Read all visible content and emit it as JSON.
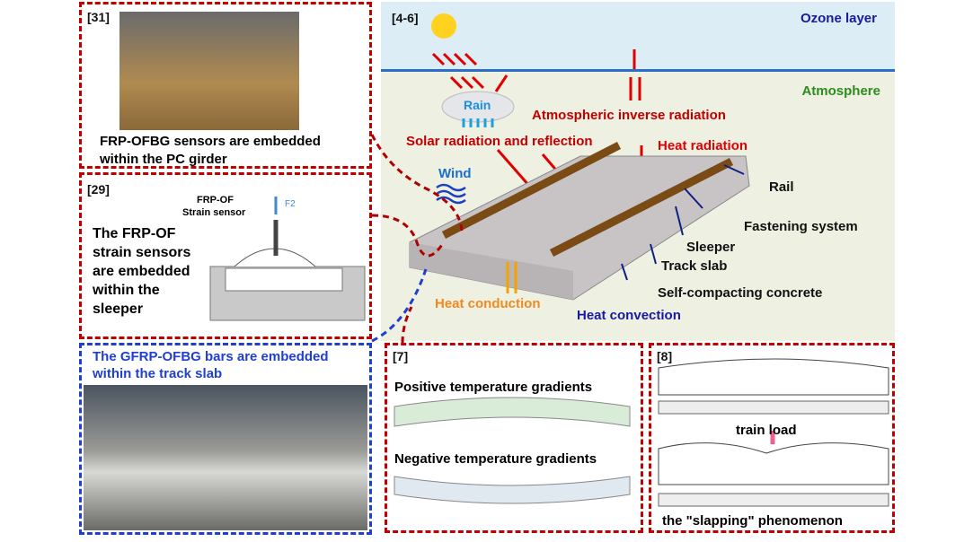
{
  "panel_31": {
    "ref": "[31]",
    "caption_line1": "FRP-OFBG sensors are embedded",
    "caption_line2": "within the PC girder"
  },
  "panel_29": {
    "ref": "[29]",
    "sensor_label_line1": "FRP-OF",
    "sensor_label_line2": "Strain sensor",
    "force_label": "F2",
    "caption": [
      "The FRP-OF",
      "strain sensors",
      "are embedded",
      "within the",
      "sleeper"
    ]
  },
  "panel_gfrp": {
    "caption_line1": "The GFRP-OFBG bars are embedded",
    "caption_line2": "within the track slab"
  },
  "main": {
    "ref": "[4-6]",
    "ozone": "Ozone layer",
    "atmosphere": "Atmosphere",
    "rain": "Rain",
    "atm_inverse": "Atmospheric inverse radiation",
    "solar": "Solar radiation and reflection",
    "heat_radiation": "Heat radiation",
    "wind": "Wind",
    "rail": "Rail",
    "fastening": "Fastening system",
    "sleeper": "Sleeper",
    "track_slab": "Track slab",
    "scc": "Self-compacting concrete",
    "heat_conduction": "Heat conduction",
    "heat_convection": "Heat convection"
  },
  "panel_7": {
    "ref": "[7]",
    "positive": "Positive temperature gradients",
    "negative": "Negative temperature gradients"
  },
  "panel_8": {
    "ref": "[8]",
    "train_load": "train load",
    "slapping": "the \"slapping\" phenomenon"
  },
  "colors": {
    "red_box": "#c00000",
    "blue_box": "#1f3fcf",
    "ozone_bg": "#dcedf6",
    "atm_bg": "#eef0e2",
    "label_red": "#d00000",
    "label_blue": "#1a1aa0",
    "label_green": "#2e8b1e",
    "label_orange": "#f08a20"
  }
}
